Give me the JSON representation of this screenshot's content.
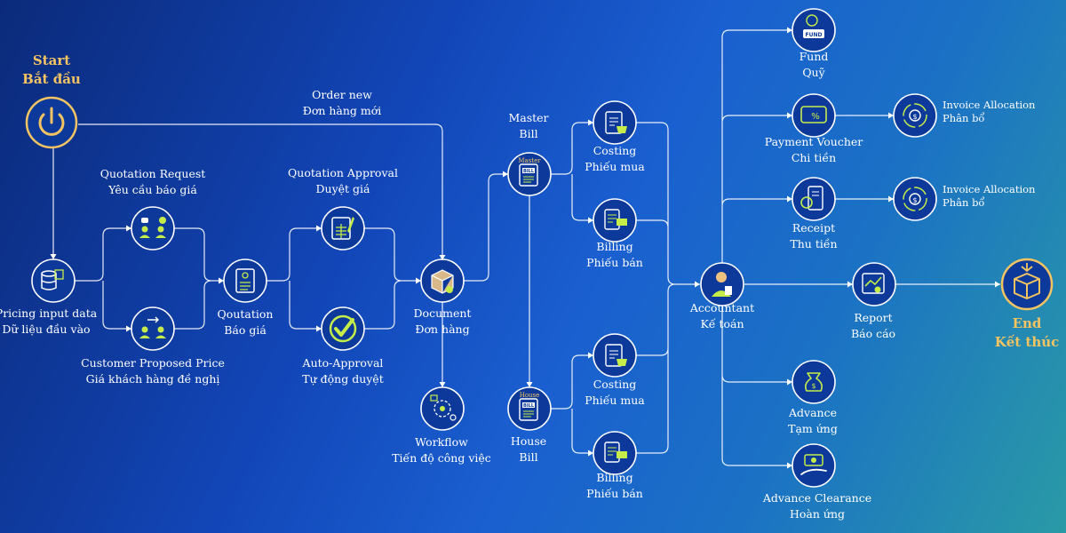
{
  "nodes": {
    "start": {
      "line1": "Start",
      "line2": "Bắt đầu",
      "icon": "power-icon"
    },
    "pricing": {
      "line1": "Pricing input data",
      "line2": "Dữ liệu đầu vào",
      "icon": "database-icon"
    },
    "quote_request": {
      "line1": "Quotation Request",
      "line2": "Yêu cầu báo giá",
      "icon": "people-chat-icon"
    },
    "customer_price": {
      "line1": "Customer Proposed Price",
      "line2": "Giá khách hàng đề nghị",
      "icon": "people-exchange-icon"
    },
    "quotation": {
      "line1": "Qoutation",
      "line2": "Báo giá",
      "icon": "quotation-doc-icon"
    },
    "approval": {
      "line1": "Quotation Approval",
      "line2": "Duyệt giá",
      "icon": "approval-doc-icon"
    },
    "auto_approval": {
      "line1": "Auto-Approval",
      "line2": "Tự động duyệt",
      "icon": "checkmark-icon"
    },
    "order_new": {
      "line1": "Order new",
      "line2": "Đơn hàng mới"
    },
    "document": {
      "line1": "Document",
      "line2": "Đơn hàng",
      "icon": "package-icon"
    },
    "workflow": {
      "line1": "Workflow",
      "line2": "Tiến độ công việc",
      "icon": "workflow-icon"
    },
    "master_bill": {
      "line1": "Master",
      "line2": "Bill",
      "badge": "Master",
      "icon": "bill-icon"
    },
    "house_bill": {
      "line1": "House",
      "line2": "Bill",
      "badge": "House",
      "icon": "bill-icon"
    },
    "costing1": {
      "line1": "Costing",
      "line2": "Phiếu mua",
      "icon": "clipboard-cart-icon"
    },
    "billing1": {
      "line1": "Billing",
      "line2": "Phiếu bán",
      "icon": "invoice-printer-icon"
    },
    "costing2": {
      "line1": "Costing",
      "line2": "Phiếu mua",
      "icon": "clipboard-cart-icon"
    },
    "billing2": {
      "line1": "Billing",
      "line2": "Phiếu bán",
      "icon": "invoice-printer-icon"
    },
    "accountant": {
      "line1": "Accountant",
      "line2": "Kế toán",
      "icon": "accountant-icon"
    },
    "fund": {
      "line1": "Fund",
      "line2": "Quỹ",
      "badge": "FUND",
      "icon": "fund-icon"
    },
    "payment": {
      "line1": "Payment Voucher",
      "line2": "Chi tiền",
      "icon": "voucher-icon"
    },
    "receipt": {
      "line1": "Receipt",
      "line2": "Thu tiền",
      "icon": "receipt-icon"
    },
    "alloc1": {
      "line1": "Invoice Allocation",
      "line2": "Phân bổ",
      "icon": "allocation-icon"
    },
    "alloc2": {
      "line1": "Invoice Allocation",
      "line2": "Phân bổ",
      "icon": "allocation-icon"
    },
    "report": {
      "line1": "Report",
      "line2": "Báo cáo",
      "icon": "report-chart-icon"
    },
    "advance": {
      "line1": "Advance",
      "line2": "Tạm ứng",
      "icon": "money-bag-icon"
    },
    "clearance": {
      "line1": "Advance Clearance",
      "line2": "Hoàn ứng",
      "icon": "cash-hand-icon"
    },
    "end": {
      "line1": "End",
      "line2": "Kết thúc",
      "icon": "open-box-icon"
    }
  },
  "colors": {
    "accent": "#f4c462",
    "icon_green": "#c6ec4a",
    "line": "#ffffff"
  }
}
